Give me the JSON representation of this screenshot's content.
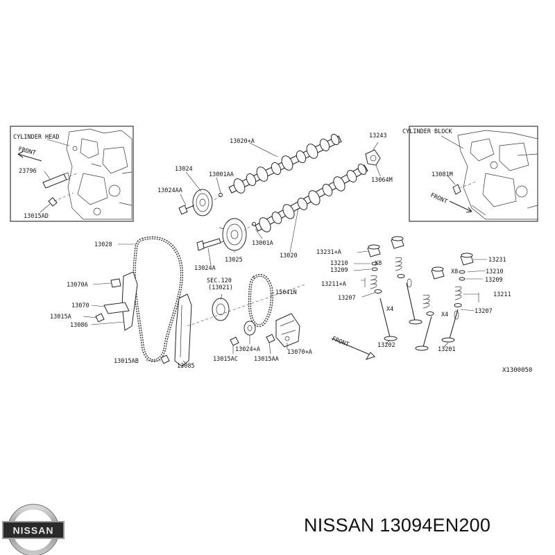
{
  "boxes": {
    "left_title": "CYLINDER HEAD",
    "left_front": "FRONT",
    "right_title": "CYLINDER BLOCK",
    "right_front": "FRONT"
  },
  "labels": {
    "p23796": "23796",
    "p13015AD": "13015AD",
    "p13020A": "13020+A",
    "p13024": "13024",
    "p13001AA": "13001AA",
    "p13024AA": "13024AA",
    "p13024A": "13024A",
    "p13025": "13025",
    "p13001A": "13001A",
    "p13020": "13020",
    "p13243": "13243",
    "p13064M": "13064M",
    "p13081M": "13081M",
    "p13028": "13028",
    "p13070A": "13070A",
    "p13070": "13070",
    "p13015A": "13015A",
    "p13086": "13086",
    "p13015AB": "13015AB",
    "p13085": "13085",
    "sec_a": "SEC.120",
    "sec_b": "(13021)",
    "p15041N": "15041N",
    "p13024plusA": "13024+A",
    "p13015AC": "13015AC",
    "p13015AA": "13015AA",
    "p13070plusA": "13070+A",
    "front_mid": "FRONT",
    "p13231A": "13231+A",
    "p13210": "13210",
    "p13209": "13209",
    "p13211A": "13211+A",
    "p13207": "13207",
    "x8_left": "X8",
    "x4_left": "X4",
    "p13202": "13202",
    "p13231": "13231",
    "x8_right": "X8",
    "p13210r": "13210",
    "p13209r": "13209",
    "p13211": "13211",
    "p13207r": "13207",
    "x4_right": "X4",
    "p13201": "13201",
    "figure_code": "X1300050"
  },
  "footer": {
    "brand_logo_text": "NISSAN",
    "part_title": "NISSAN 13094EN200"
  },
  "colors": {
    "line": "#222222",
    "background": "#ffffff",
    "logo_chrome": "#9a9a9a",
    "logo_band": "#2a2a2a"
  }
}
